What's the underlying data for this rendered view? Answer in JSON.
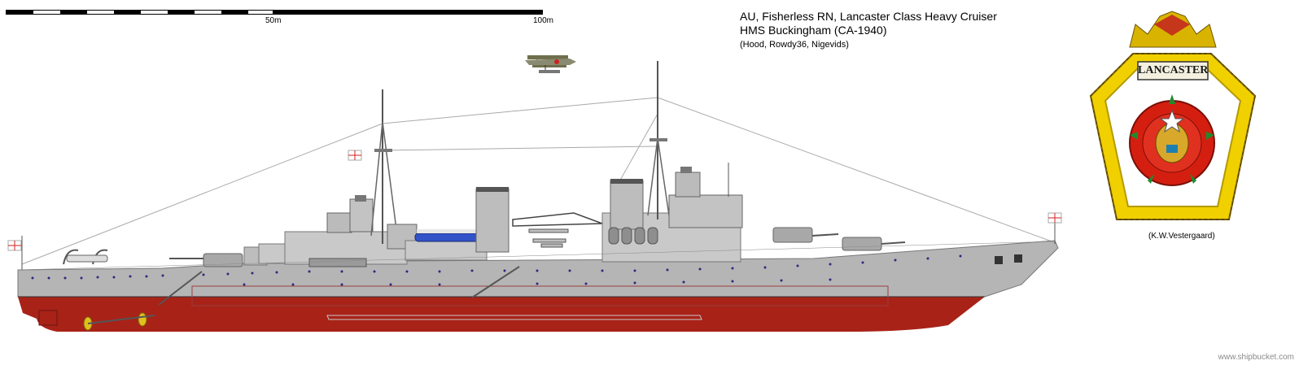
{
  "scale": {
    "mid_label": "50m",
    "end_label": "100m"
  },
  "title": {
    "line1": "AU, Fisherless RN, Lancaster Class Heavy Cruiser",
    "line2": "HMS Buckingham (CA-1940)",
    "credits": "(Hood, Rowdy36, Nigevids)"
  },
  "crest": {
    "logo_text": "LANCASTER",
    "credit": "(K.W.Vestergaard)"
  },
  "watermark": "www.shipbucket.com",
  "colors": {
    "hull_grey": "#b5b5b5",
    "superstructure_grey": "#c9c9c9",
    "hull_red": "#a82218",
    "crest_gold": "#e8c200",
    "rose_red": "#d41f10",
    "crest_green": "#1e8a2e"
  }
}
